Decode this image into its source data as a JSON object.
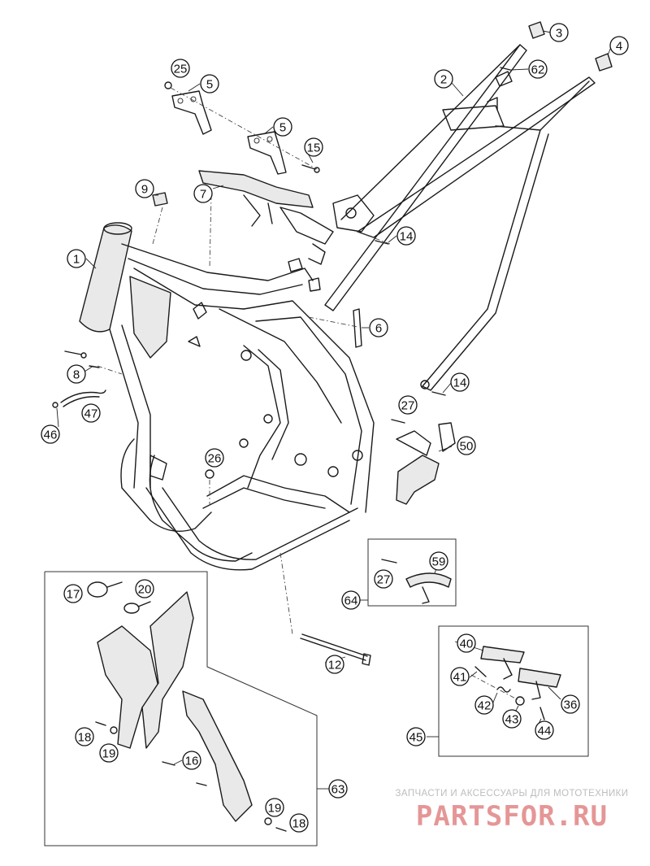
{
  "callouts": [
    {
      "label": "1"
    },
    {
      "label": "2"
    },
    {
      "label": "3"
    },
    {
      "label": "4"
    },
    {
      "label": "5"
    },
    {
      "label": "5"
    },
    {
      "label": "6"
    },
    {
      "label": "7"
    },
    {
      "label": "8"
    },
    {
      "label": "9"
    },
    {
      "label": "12"
    },
    {
      "label": "14"
    },
    {
      "label": "14"
    },
    {
      "label": "15"
    },
    {
      "label": "16"
    },
    {
      "label": "17"
    },
    {
      "label": "18"
    },
    {
      "label": "18"
    },
    {
      "label": "19"
    },
    {
      "label": "19"
    },
    {
      "label": "20"
    },
    {
      "label": "25"
    },
    {
      "label": "26"
    },
    {
      "label": "27"
    },
    {
      "label": "27"
    },
    {
      "label": "36"
    },
    {
      "label": "40"
    },
    {
      "label": "41"
    },
    {
      "label": "42"
    },
    {
      "label": "43"
    },
    {
      "label": "44"
    },
    {
      "label": "45"
    },
    {
      "label": "46"
    },
    {
      "label": "47"
    },
    {
      "label": "50"
    },
    {
      "label": "59"
    },
    {
      "label": "62"
    },
    {
      "label": "63"
    },
    {
      "label": "64"
    }
  ],
  "watermark": {
    "tagline": "ЗАПЧАСТИ И АКСЕССУАРЫ ДЛЯ МОТОТЕХНИКИ",
    "brand": "PARTSFOR.RU"
  },
  "colors": {
    "line": "#1a1a1a",
    "watermark_brand": "#e59696",
    "watermark_tagline": "#bdbdbd"
  }
}
